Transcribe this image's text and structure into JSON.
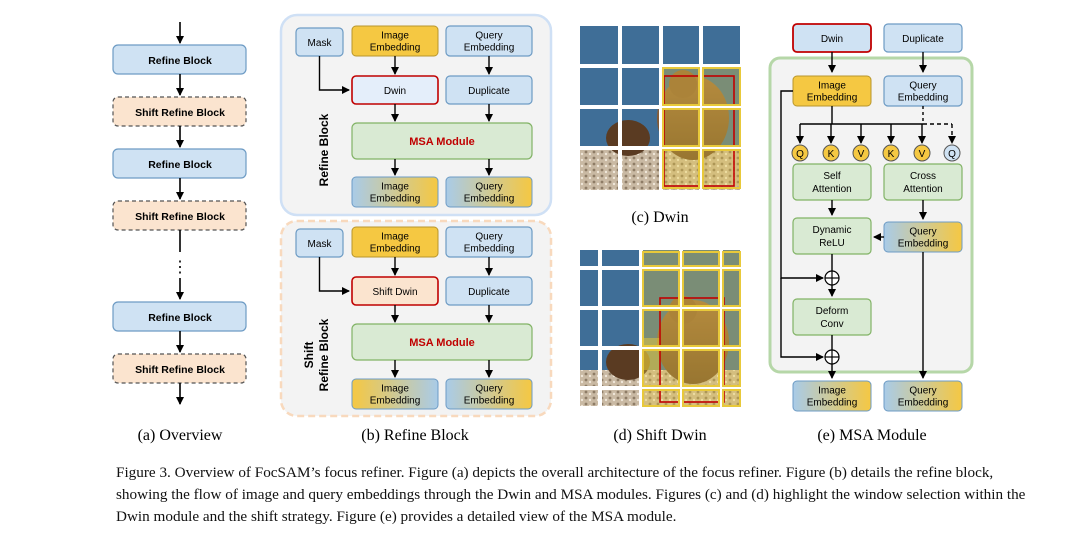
{
  "panel_a": {
    "blocks": [
      "Refine Block",
      "Shift Refine Block",
      "Refine Block",
      "Shift Refine Block",
      "Refine Block",
      "Shift Refine Block"
    ],
    "ellipsis": "⋮",
    "caption": "(a) Overview"
  },
  "panel_b": {
    "top": {
      "side_label": "Refine Block",
      "mask": "Mask",
      "img_embed": [
        "Image",
        "Embedding"
      ],
      "query_embed": [
        "Query",
        "Embedding"
      ],
      "dwin": "Dwin",
      "duplicate": "Duplicate",
      "msa": "MSA Module",
      "out_img": [
        "Image",
        "Embedding"
      ],
      "out_query": [
        "Query",
        "Embedding"
      ]
    },
    "bottom": {
      "side_label": [
        "Shift",
        "Refine Block"
      ],
      "mask": "Mask",
      "img_embed": [
        "Image",
        "Embedding"
      ],
      "query_embed": [
        "Query",
        "Embedding"
      ],
      "dwin": "Shift Dwin",
      "duplicate": "Duplicate",
      "msa": "MSA Module",
      "out_img": [
        "Image",
        "Embedding"
      ],
      "out_query": [
        "Query",
        "Embedding"
      ]
    },
    "caption": "(b) Refine Block"
  },
  "panel_c": {
    "caption": "(c) Dwin"
  },
  "panel_d": {
    "caption": "(d) Shift Dwin"
  },
  "panel_e": {
    "dwin": "Dwin",
    "duplicate": "Duplicate",
    "img_embed": [
      "Image",
      "Embedding"
    ],
    "query_embed": [
      "Query",
      "Embedding"
    ],
    "qkv_left": [
      "Q",
      "K",
      "V"
    ],
    "qkv_right": [
      "K",
      "V",
      "Q"
    ],
    "self_attn": [
      "Self",
      "Attention"
    ],
    "cross_attn": [
      "Cross",
      "Attention"
    ],
    "dyn_relu": [
      "Dynamic",
      "ReLU"
    ],
    "query_embed_mid": [
      "Query",
      "Embedding"
    ],
    "deform": [
      "Deform",
      "Conv"
    ],
    "out_img": [
      "Image",
      "Embedding"
    ],
    "out_query": [
      "Query",
      "Embedding"
    ],
    "caption": "(e) MSA Module"
  },
  "caption": {
    "text": "Figure 3. Overview of FocSAM’s focus refiner. Figure (a) depicts the overall architecture of the focus refiner. Figure (b) details the refine block, showing the flow of image and query embeddings through the Dwin and MSA modules. Figures (c) and (d) highlight the window selection within the Dwin module and the shift strategy. Figure (e) provides a detailed view of the MSA module."
  },
  "colors": {
    "blue_fill": "#cfe2f3",
    "blue_stroke": "#6d9bc4",
    "orange_fill": "#fbe4cf",
    "green_fill": "#d9ead3",
    "green_stroke": "#82b366",
    "yellow_fill": "#f5c842",
    "red_stroke": "#c00000",
    "msa_text": "#c00000",
    "water": "#3f6e97",
    "highlight": "#e8c93a"
  }
}
